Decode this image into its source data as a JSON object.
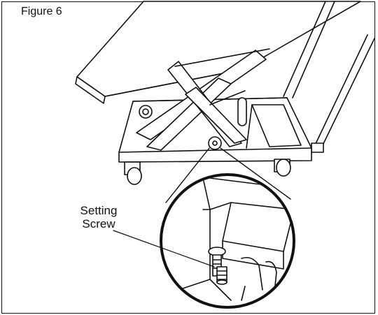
{
  "figure": {
    "label": "Figure 6"
  },
  "callout": {
    "line1": "Setting",
    "line2": "Screw"
  }
}
